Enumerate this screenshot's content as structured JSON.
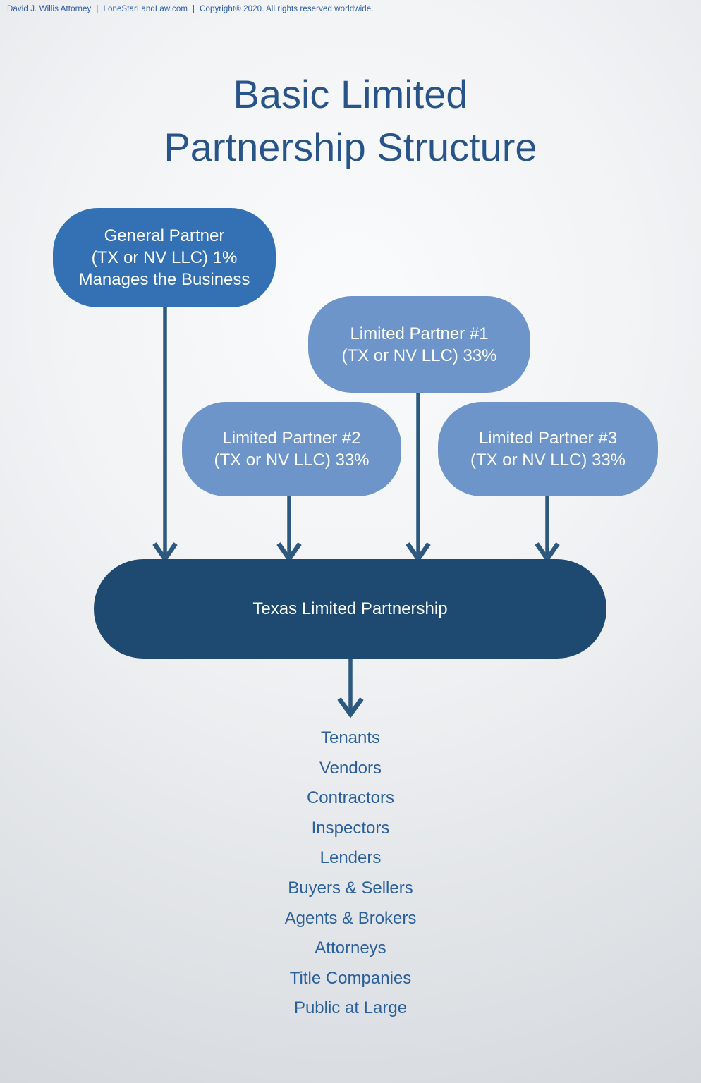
{
  "header": {
    "separator": "|",
    "parts": [
      "David J. Willis Attorney",
      "LoneStarLandLaw.com",
      "Copyright® 2020. All rights reserved worldwide."
    ]
  },
  "title": {
    "line1": "Basic Limited",
    "line2": "Partnership Structure"
  },
  "diagram": {
    "nodes": {
      "general_partner": {
        "lines": [
          "General Partner",
          "(TX or NV LLC) 1%",
          "Manages the Business"
        ]
      },
      "limited_partner_1": {
        "lines": [
          "Limited Partner #1",
          "(TX or NV LLC) 33%"
        ]
      },
      "limited_partner_2": {
        "lines": [
          "Limited Partner #2",
          "(TX or NV LLC) 33%"
        ]
      },
      "limited_partner_3": {
        "lines": [
          "Limited Partner #3",
          "(TX or NV LLC) 33%"
        ]
      },
      "partnership": {
        "label": "Texas Limited Partnership"
      }
    },
    "edges": [
      {
        "from": "general_partner",
        "to": "partnership"
      },
      {
        "from": "limited_partner_1",
        "to": "partnership"
      },
      {
        "from": "limited_partner_2",
        "to": "partnership"
      },
      {
        "from": "limited_partner_3",
        "to": "partnership"
      },
      {
        "from": "partnership",
        "to": "third_parties"
      }
    ],
    "third_parties": [
      "Tenants",
      "Vendors",
      "Contractors",
      "Inspectors",
      "Lenders",
      "Buyers & Sellers",
      "Agents & Brokers",
      "Attorneys",
      "Title Companies",
      "Public at Large"
    ]
  },
  "colors": {
    "header_text": "#2e5da6",
    "title_text": "#29548a",
    "general_partner_fill": "#3371b4",
    "limited_partner_fill": "#6d95ca",
    "partnership_fill": "#1e4a72",
    "arrow": "#2d5880",
    "list_text": "#2b5f9b",
    "node_text": "#ffffff"
  }
}
